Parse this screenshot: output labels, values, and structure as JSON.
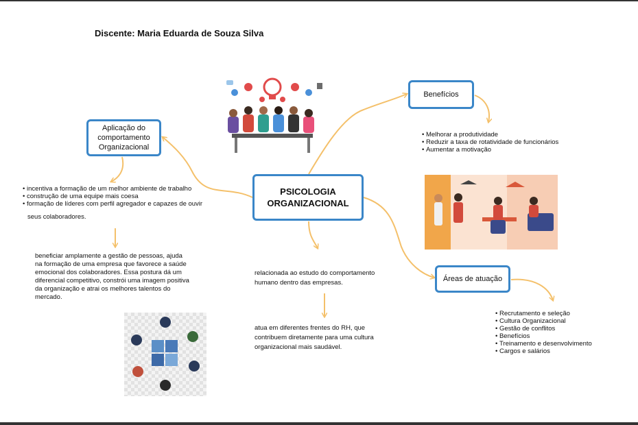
{
  "author": "Discente: Maria Eduarda de Souza Silva",
  "central": {
    "line1": "PSICOLOGIA",
    "line2": "ORGANIZACIONAL"
  },
  "application": {
    "title_lines": [
      "Aplicação do",
      "comportamento",
      "Organizacional"
    ],
    "bullets": [
      "incentiva a formação de um melhor ambiente de trabalho",
      "construção de uma equipe mais coesa",
      "formação de líderes com perfil agregador e capazes de ouvir"
    ],
    "bullet_continuation": "seus colaboradores.",
    "paragraph": [
      "beneficiar amplamente a gestão de pessoas, ajuda",
      "na formação de uma empresa que favorece a saúde",
      "emocional dos colaboradores. Essa postura dá um",
      "diferencial competitivo, constrói uma imagem positiva",
      "da organização e atrai os melhores talentos do",
      "mercado."
    ]
  },
  "center_notes": {
    "first": [
      "relacionada ao estudo do comportamento",
      "humano dentro das empresas."
    ],
    "second": [
      "atua em diferentes frentes do RH, que",
      "contribuem diretamente para uma cultura",
      "organizacional mais saudável."
    ]
  },
  "benefits": {
    "title": "Benefícios",
    "bullets": [
      "Melhorar a produtividade",
      "Reduzir a taxa de rotatividade de funcionários",
      "Aumentar a motivação"
    ]
  },
  "areas": {
    "title": "Áreas de atuação",
    "bullets": [
      "Recrutamento e seleção",
      "Cultura Organizacional",
      "Gestão de conflitos",
      "Benefícios",
      "Treinamento e desenvolvimento",
      "Cargos e salários"
    ]
  },
  "colors": {
    "node_border": "#3a86c8",
    "connector": "#f4c06a"
  }
}
